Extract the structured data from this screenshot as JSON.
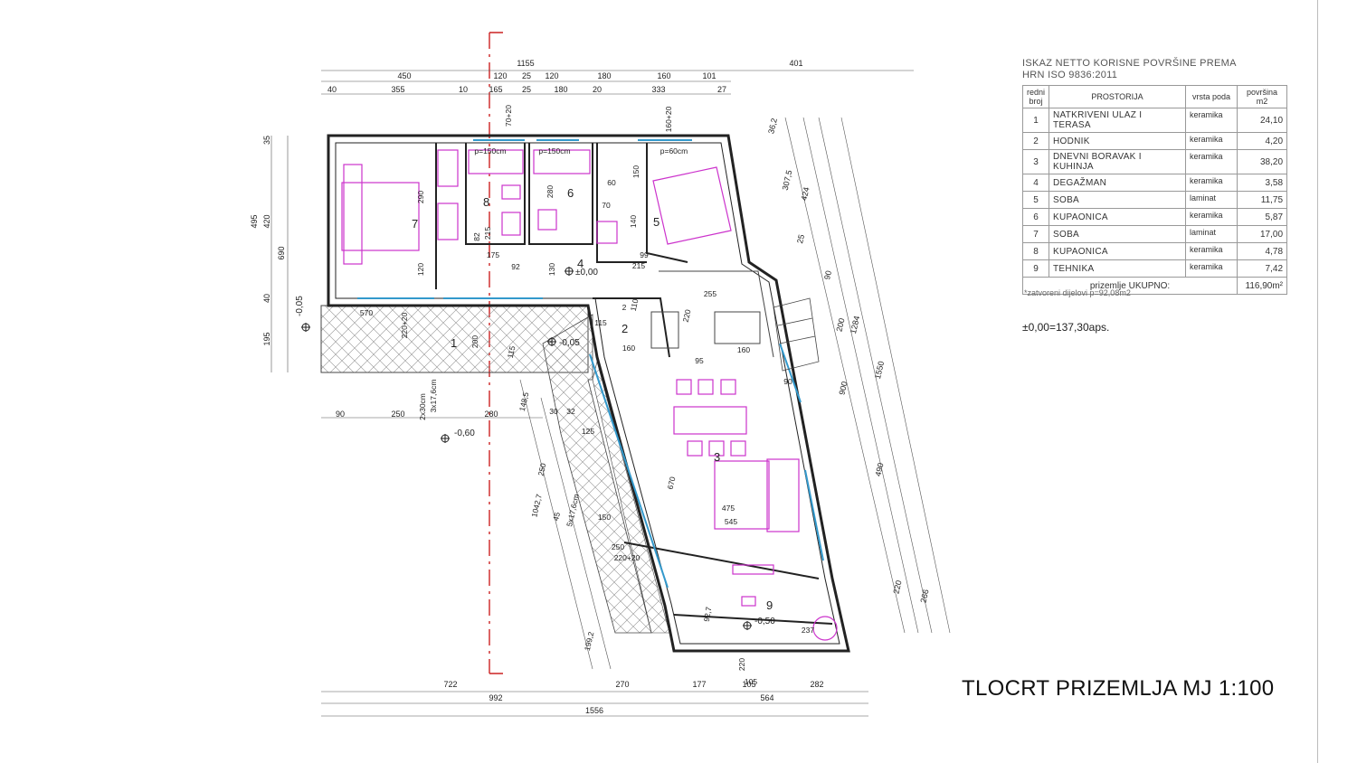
{
  "area_schedule": {
    "title_line1": "ISKAZ NETTO KORISNE POVRŠINE PREMA",
    "title_line2": "HRN ISO 9836:2011",
    "headers": {
      "no": "redni broj",
      "room": "PROSTORIJA",
      "floor": "vrsta poda",
      "area": "površina m2"
    },
    "rows": [
      {
        "no": "1",
        "room": "NATKRIVENI ULAZ I TERASA",
        "floor": "keramika",
        "area": "24,10"
      },
      {
        "no": "2",
        "room": "HODNIK",
        "floor": "keramika",
        "area": "4,20"
      },
      {
        "no": "3",
        "room": "DNEVNI BORAVAK I KUHINJA",
        "floor": "keramika",
        "area": "38,20"
      },
      {
        "no": "4",
        "room": "DEGAŽMAN",
        "floor": "keramika",
        "area": "3,58"
      },
      {
        "no": "5",
        "room": "SOBA",
        "floor": "laminat",
        "area": "11,75"
      },
      {
        "no": "6",
        "room": "KUPAONICA",
        "floor": "keramika",
        "area": "5,87"
      },
      {
        "no": "7",
        "room": "SOBA",
        "floor": "laminat",
        "area": "17,00"
      },
      {
        "no": "8",
        "room": "KUPAONICA",
        "floor": "keramika",
        "area": "4,78"
      },
      {
        "no": "9",
        "room": "TEHNIKA",
        "floor": "keramika",
        "area": "7,42"
      }
    ],
    "total_label": "prizemlje UKUPNO:",
    "total_value": "116,90m²",
    "note": "*zatvoreni dijelovi p=92,08m2"
  },
  "level_note": "±0,00=137,30aps.",
  "drawing_title": "TLOCRT PRIZEMLJA  MJ 1:100",
  "plan": {
    "room_numbers": [
      "1",
      "2",
      "3",
      "4",
      "5",
      "6",
      "7",
      "8",
      "9"
    ],
    "dims_top_total": "1155",
    "dims_top_right": "401",
    "dims_top_row1": [
      "450",
      "120",
      "25",
      "120",
      "180",
      "160",
      "101"
    ],
    "dims_top_row2": [
      "40",
      "355",
      "10",
      "165",
      "25",
      "180",
      "20",
      "333",
      "27"
    ],
    "dims_bottom_row1": [
      "722",
      "270",
      "177",
      "105",
      "282"
    ],
    "dims_bottom_row2": [
      "992",
      "564"
    ],
    "dims_bottom_total": "1556",
    "dims_left": [
      "35",
      "495",
      "420",
      "690",
      "40",
      "195"
    ],
    "dims_mid_left": [
      "90",
      "250",
      "280"
    ],
    "levels": [
      "±0,00",
      "-0,05",
      "-0,05",
      "-0,60",
      "-0,50"
    ],
    "diag_dims": [
      "424",
      "1284",
      "1550",
      "307,5",
      "200",
      "900",
      "490",
      "220",
      "266",
      "36,2",
      "90",
      "25"
    ],
    "inner_dims": [
      "290",
      "120",
      "175",
      "215",
      "92",
      "130",
      "82",
      "60",
      "70",
      "140",
      "150",
      "215",
      "99",
      "255",
      "220",
      "110",
      "160",
      "160",
      "95",
      "670",
      "475",
      "545",
      "150",
      "250",
      "220+20",
      "125",
      "148,5",
      "250",
      "1042,7",
      "45",
      "199,2",
      "92,7",
      "237",
      "105",
      "220",
      "115",
      "2",
      "30",
      "32",
      "570",
      "220+20",
      "200",
      "115",
      "70+20",
      "160+20",
      "p=150cm",
      "p=150cm",
      "p=60cm",
      "2x30cm",
      "3x17,6cm",
      "5x17,6cm",
      "280",
      "90"
    ],
    "colors": {
      "furniture": "#cc33cc",
      "glazing": "#3399cc",
      "hatch": "#888888",
      "axis": "#cc2222"
    }
  }
}
